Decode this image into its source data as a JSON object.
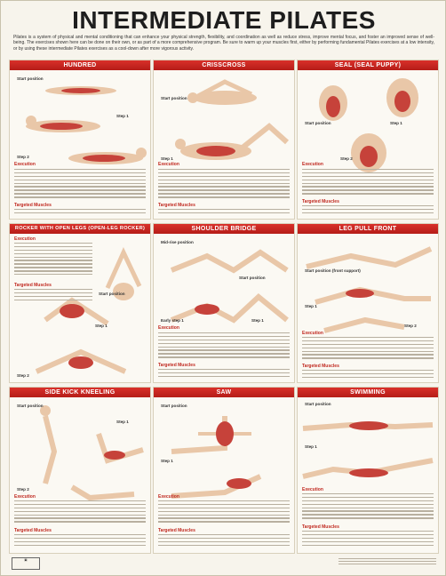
{
  "title": "INTERMEDIATE PILATES",
  "intro": "Pilates is a system of physical and mental conditioning that can enhance your physical strength, flexibility, and coordination as well as reduce stress, improve mental focus, and foster an improved sense of well-being. The exercises shown here can be done on their own, or as part of a more comprehensive program. Be sure to warm up your muscles first, either by performing fundamental Pilates exercises at a low intensity, or by using these intermediate Pilates exercises as a cool-down after more vigorous activity.",
  "panels": [
    {
      "title": "HUNDRED",
      "labels": [
        "Start position",
        "Step 1",
        "Step 2"
      ],
      "sections": [
        "Execution",
        "Targeted Muscles"
      ]
    },
    {
      "title": "CRISSCROSS",
      "labels": [
        "Start position",
        "Step 1"
      ],
      "sections": [
        "Execution",
        "Targeted Muscles"
      ]
    },
    {
      "title": "SEAL (SEAL PUPPY)",
      "labels": [
        "Start position",
        "Step 1",
        "Step 2"
      ],
      "sections": [
        "Execution",
        "Targeted Muscles"
      ]
    },
    {
      "title": "ROCKER WITH OPEN LEGS (OPEN-LEG ROCKER)",
      "labels": [
        "Start position",
        "Step 1",
        "Step 2"
      ],
      "sections": [
        "Execution",
        "Targeted Muscles"
      ]
    },
    {
      "title": "SHOULDER BRIDGE",
      "labels": [
        "Mid-rise position",
        "Start position",
        "Early step 1",
        "Step 1"
      ],
      "sections": [
        "Execution",
        "Targeted Muscles"
      ]
    },
    {
      "title": "LEG PULL FRONT",
      "labels": [
        "Start position (front support)",
        "Step 1",
        "Step 2"
      ],
      "sections": [
        "Execution",
        "Targeted Muscles"
      ]
    },
    {
      "title": "SIDE KICK KNEELING",
      "labels": [
        "Start position",
        "Step 1",
        "Step 2"
      ],
      "sections": [
        "Execution",
        "Targeted Muscles"
      ]
    },
    {
      "title": "SAW",
      "labels": [
        "Start position",
        "Step 1"
      ],
      "sections": [
        "Execution",
        "Targeted Muscles"
      ]
    },
    {
      "title": "SWIMMING",
      "labels": [
        "Start position",
        "Step 1"
      ],
      "sections": [
        "Execution",
        "Targeted Muscles"
      ]
    }
  ],
  "colors": {
    "header_red": "#c0281f",
    "muscle_red": "#c6423a",
    "skin": "#e9c7a8"
  }
}
